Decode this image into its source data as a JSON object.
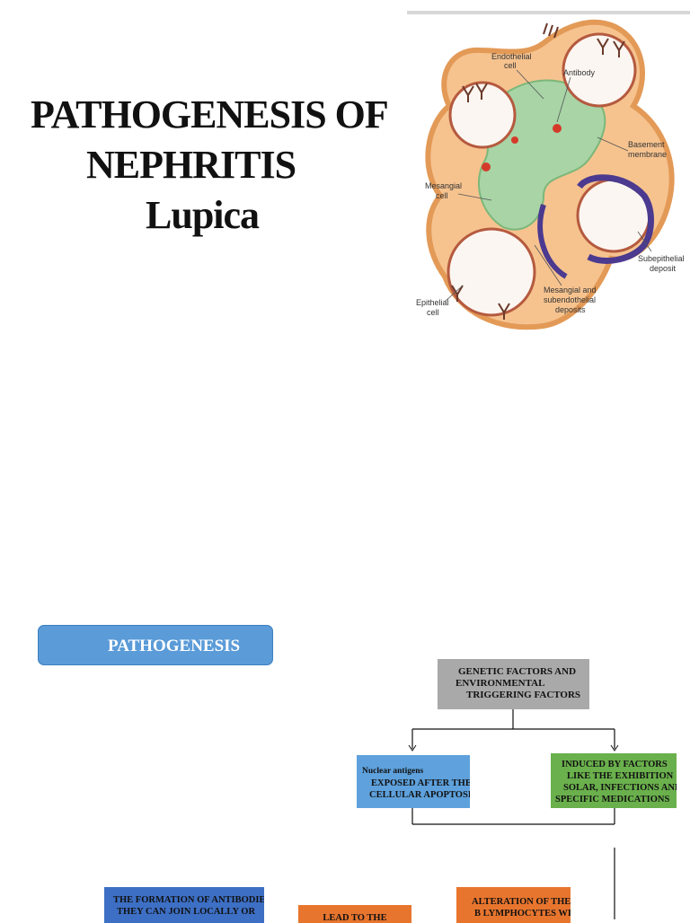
{
  "title": {
    "line1": "PATHOGENESIS OF",
    "line2": "NEPHRITIS",
    "line3": "Lupica"
  },
  "figure": {
    "labels": {
      "endothelial_cell": [
        "Endothelial",
        "cell"
      ],
      "antibody": "Antibody",
      "basement_membrane": [
        "Basement",
        "membrane"
      ],
      "mesangial_cell": [
        "Mesangial",
        "cell"
      ],
      "subepithelial_deposit": [
        "Subepithelial",
        "deposit"
      ],
      "mesangial_subendothelial": [
        "Mesangial and",
        "subendothelial",
        "deposits"
      ],
      "epithelial_cell": [
        "Epithelial",
        "cell"
      ]
    }
  },
  "flow": {
    "heading": "PATHOGENESIS",
    "genetic": [
      "GENETIC FACTORS AND",
      "ENVIRONMENTAL",
      "TRIGGERING FACTORS"
    ],
    "nuclear": [
      "Nuclear antigens",
      "EXPOSED AFTER THE",
      "CELLULAR APOPTOSIS"
    ],
    "induced": [
      "INDUCED BY FACTORS",
      "LIKE THE EXHIBITION",
      "SOLAR, INFECTIONS AND",
      "SPECIFIC MEDICATIONS"
    ],
    "formation": [
      "THE FORMATION OF ANTIBODIES",
      "THEY CAN JOIN LOCALLY OR"
    ],
    "lead": [
      "LEAD TO THE"
    ],
    "alteration": [
      "ALTERATION OF THE",
      "B LYMPHOCYTES WITH"
    ]
  },
  "colors": {
    "pill": "#5a9bd8",
    "gray_box": "#a9a9a9",
    "blue_box": "#5ea1dc",
    "green_box": "#6ab04c",
    "navy_box": "#3d6fc4",
    "orange_box": "#e8752e"
  }
}
